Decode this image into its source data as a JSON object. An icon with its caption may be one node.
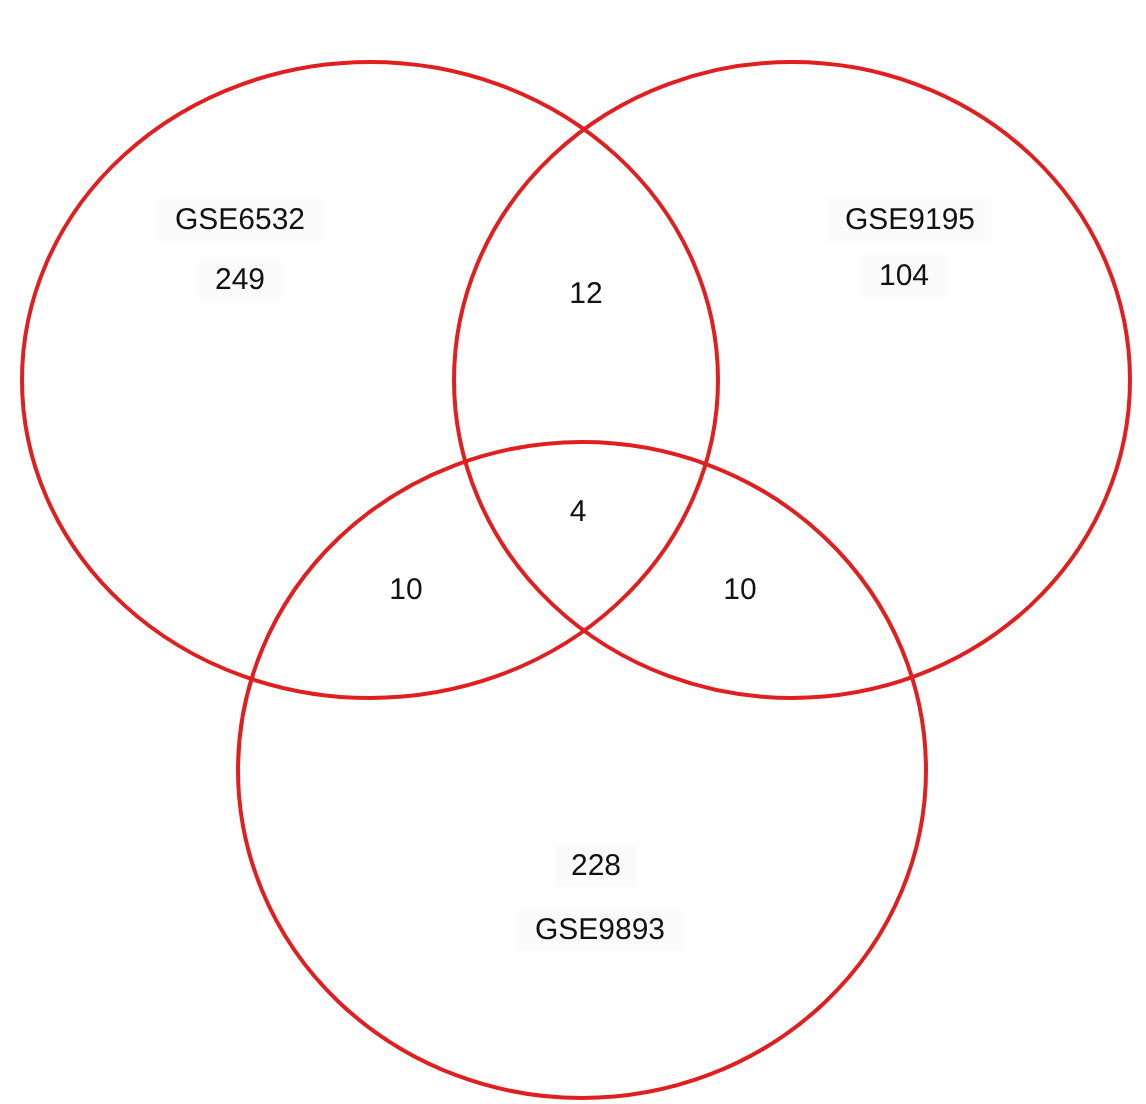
{
  "diagram": {
    "nodes": [
      {
        "text": [
          "GSE6532",
          "249"
        ]
      },
      {
        "text": [
          "GSE9195",
          "104"
        ]
      },
      {
        "text": [
          "228",
          "GSE9893"
        ]
      }
    ],
    "labels": [
      "12",
      "4",
      "10",
      "10"
    ]
  }
}
